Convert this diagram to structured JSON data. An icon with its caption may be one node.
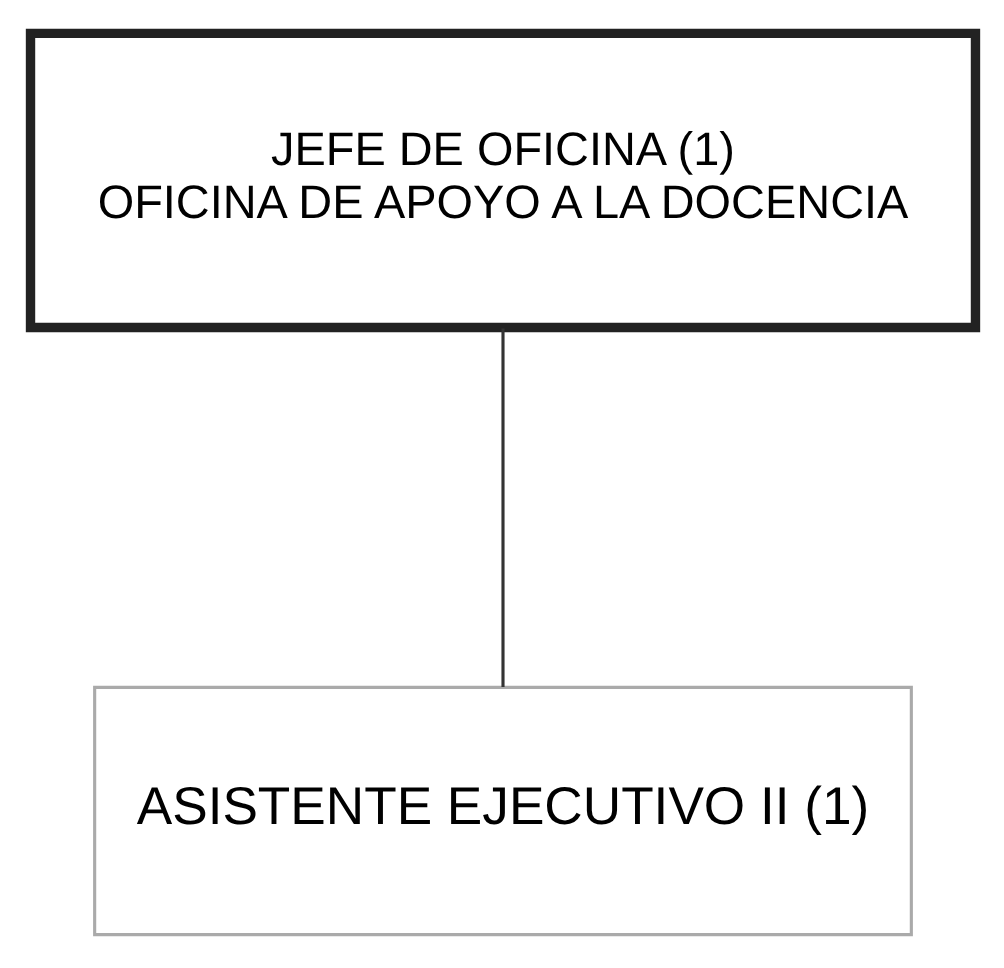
{
  "diagram": {
    "nodes": [
      {
        "text": [
          "JEFE DE OFICINA (1)",
          "OFICINA DE APOYO A LA DOCENCIA"
        ]
      },
      {
        "text": [
          "ASISTENTE EJECUTIVO II (1)"
        ]
      }
    ],
    "edges": [
      {
        "from": 0,
        "to": 1,
        "arrow": "none"
      }
    ]
  }
}
